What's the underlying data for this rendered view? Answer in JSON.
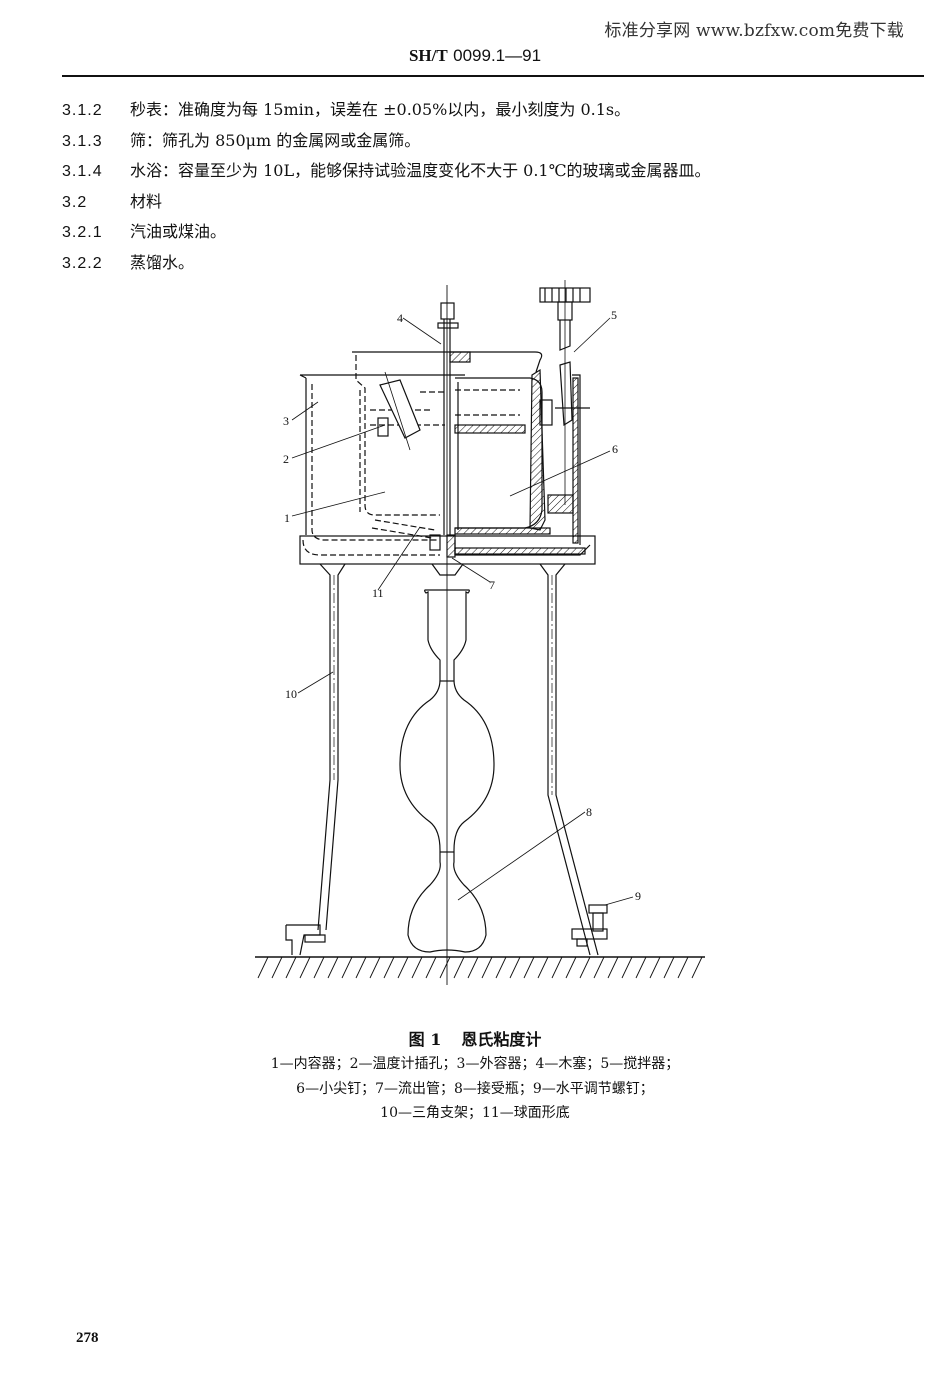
{
  "header": {
    "watermark": "标准分享网 www.bzfxw.com免费下载",
    "standard_prefix": "SH/T",
    "standard_number": "0099.1—91"
  },
  "clauses": [
    {
      "no": "3.1.2",
      "text": "秒表：准确度为每 15min，误差在 ±0.05%以内，最小刻度为 0.1s。"
    },
    {
      "no": "3.1.3",
      "text": "筛：筛孔为 850μm 的金属网或金属筛。"
    },
    {
      "no": "3.1.4",
      "text": "水浴：容量至少为 10L，能够保持试验温度变化不大于 0.1℃的玻璃或金属器皿。"
    },
    {
      "no": "3.2",
      "text": "材料"
    },
    {
      "no": "3.2.1",
      "text": "汽油或煤油。"
    },
    {
      "no": "3.2.2",
      "text": "蒸馏水。"
    }
  ],
  "figure": {
    "callouts": [
      "1",
      "2",
      "3",
      "4",
      "5",
      "6",
      "7",
      "8",
      "9",
      "10",
      "11"
    ],
    "title_prefix": "图 1",
    "title": "恩氏粘度计",
    "legend_lines": [
      "1—内容器；2—温度计插孔；3—外容器；4—木塞；5—搅拌器；",
      "6—小尖钉；7—流出管；8—接受瓶；9—水平调节螺钉；",
      "10—三角支架；11—球面形底"
    ]
  },
  "footer": {
    "page_number": "278"
  }
}
